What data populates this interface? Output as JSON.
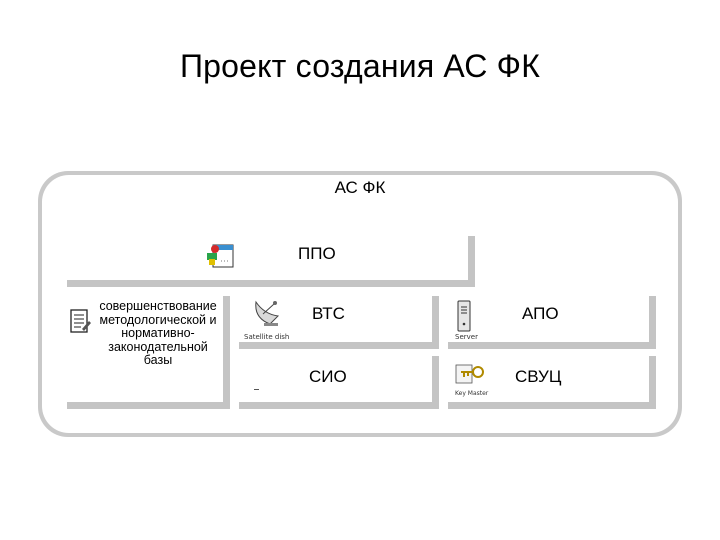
{
  "title": "Проект создания АС ФК",
  "outer": {
    "label": "АС ФК"
  },
  "ppo": {
    "label": "ППО"
  },
  "norm": {
    "lines": [
      "совершенствование",
      "методологической и",
      "нормативно-",
      "законодательной",
      "базы"
    ]
  },
  "vts": {
    "label": "ВТС",
    "icon_label": "Satellite dish"
  },
  "apo": {
    "label": "АПО",
    "icon_label": "Server"
  },
  "sio": {
    "label": "СИО"
  },
  "svuts": {
    "label": "СВУЦ",
    "icon_label": "Key Master"
  },
  "icons": {
    "ppo": "software-package-icon",
    "norm": "document-icon",
    "vts": "satellite-dish-icon",
    "apo": "server-icon",
    "svuts": "key-icon"
  },
  "colors": {
    "shadow": "#c4c4c4",
    "frame": "#c9c9c9"
  }
}
